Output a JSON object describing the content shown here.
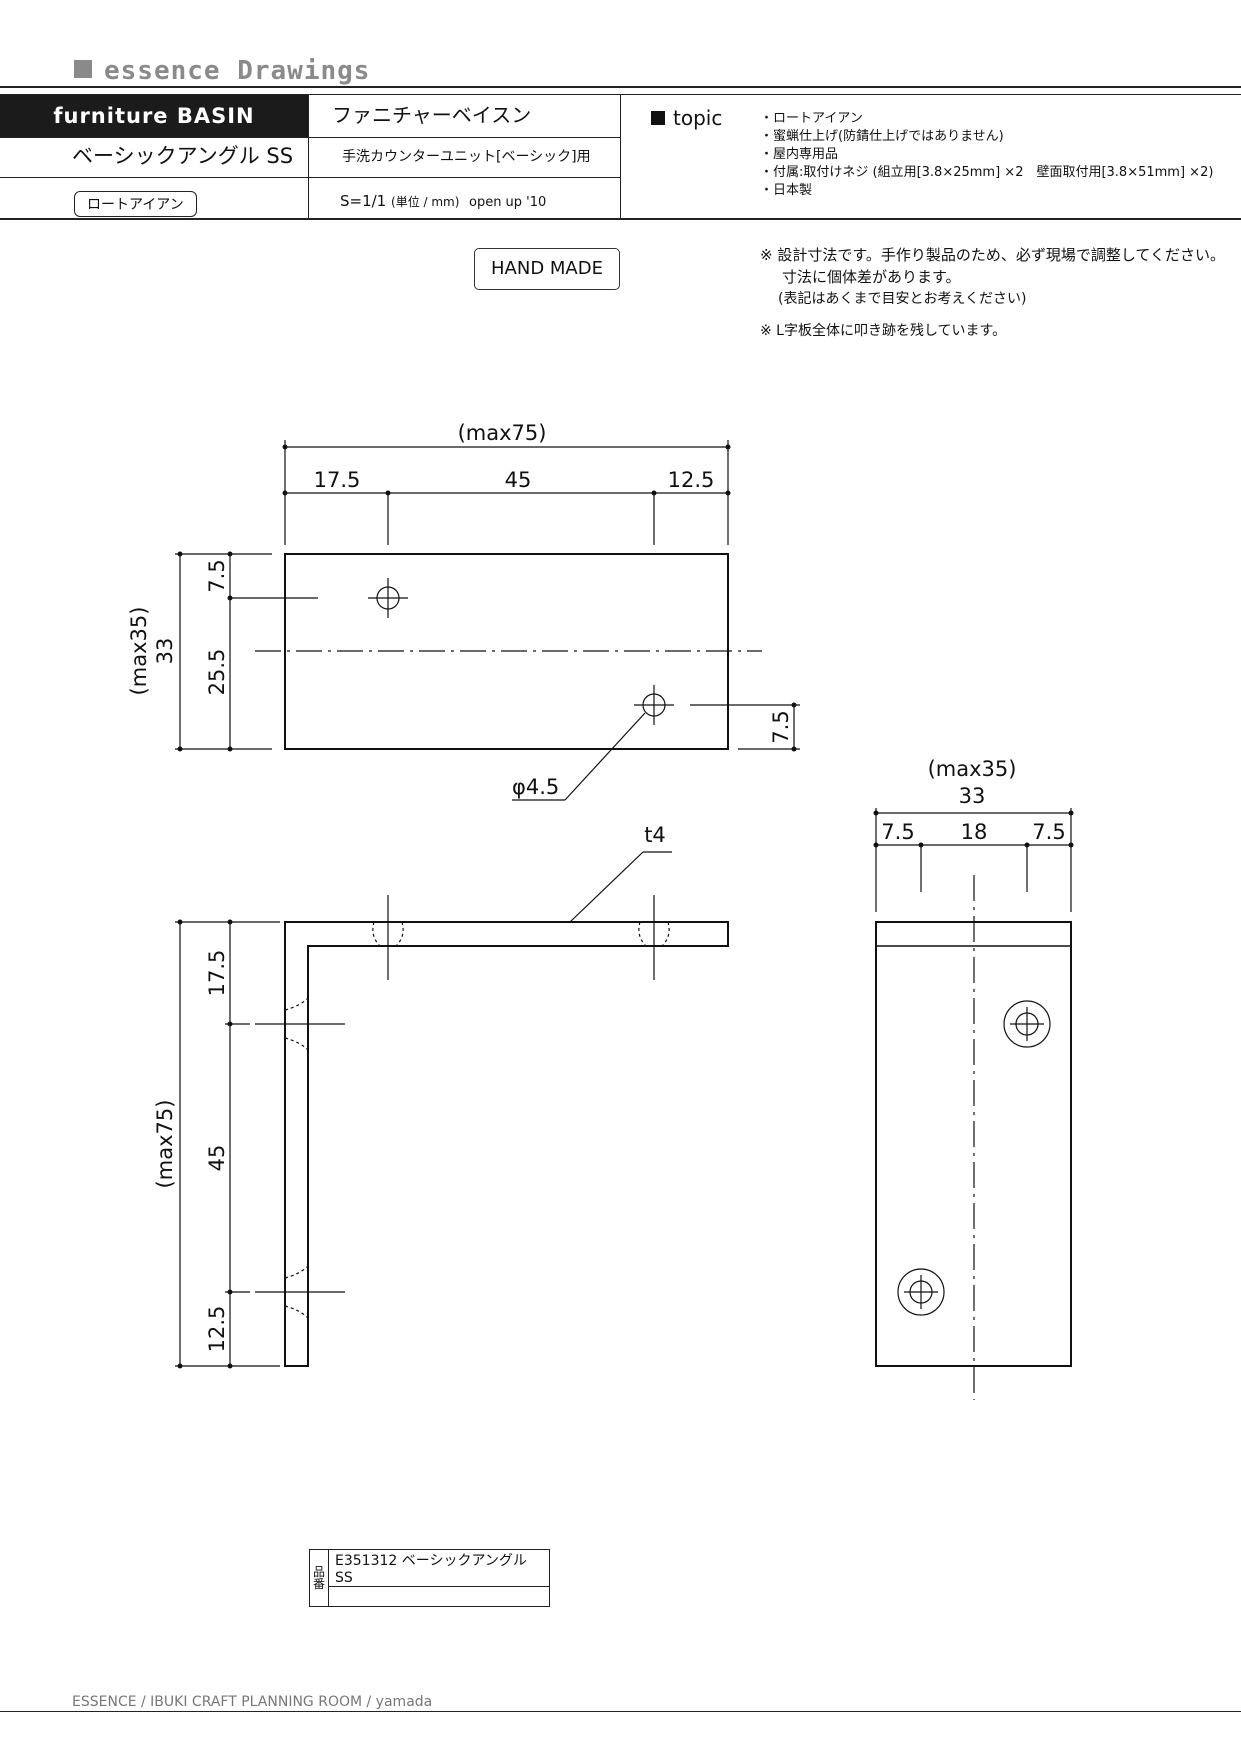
{
  "brand": {
    "label": "essence Drawings"
  },
  "header": {
    "series": "furniture BASIN",
    "series_kana": "ファニチャーベイスン",
    "product_name": "ベーシックアングル SS",
    "usage": "手洗カウンターユニット[ベーシック]用",
    "material_badge": "ロートアイアン",
    "scale": "S=1/1",
    "unit": "(単位 / mm)",
    "open": "open up '10"
  },
  "topic": {
    "title": "topic",
    "items": [
      "・ロートアイアン",
      "・蜜蝋仕上げ(防錆仕上げではありません)",
      "・屋内専用品",
      "・付属:取付けネジ (組立用[3.8×25mm] ×2　壁面取付用[3.8×51mm] ×2)",
      "・日本製"
    ]
  },
  "handmade": "HAND MADE",
  "notes": {
    "line1": "※ 設計寸法です。手作り製品のため、必ず現場で調整してください。",
    "line2": "寸法に個体差があります。",
    "line3": "(表記はあくまで目安とお考えください)",
    "line4": "※ L字板全体に叩き跡を残しています。"
  },
  "drawing": {
    "top_view": {
      "overall": "(max75)",
      "seg1": "17.5",
      "seg2": "45",
      "seg3": "12.5",
      "left_overall": "(max35)",
      "left_sub": "33",
      "left_seg1": "7.5",
      "left_seg2": "25.5",
      "right_seg": "7.5",
      "hole": "φ4.5"
    },
    "front_view": {
      "thickness": "t4",
      "left_overall": "(max75)",
      "seg1": "17.5",
      "seg2": "45",
      "seg3": "12.5"
    },
    "side_view": {
      "overall": "(max35)",
      "sub": "33",
      "seg1": "7.5",
      "seg2": "18",
      "seg3": "7.5"
    }
  },
  "part_table": {
    "label": "品番",
    "code": "E351312 ベーシックアングルSS",
    "blank": ""
  },
  "footer": "ESSENCE / IBUKI CRAFT  PLANNING ROOM / yamada"
}
